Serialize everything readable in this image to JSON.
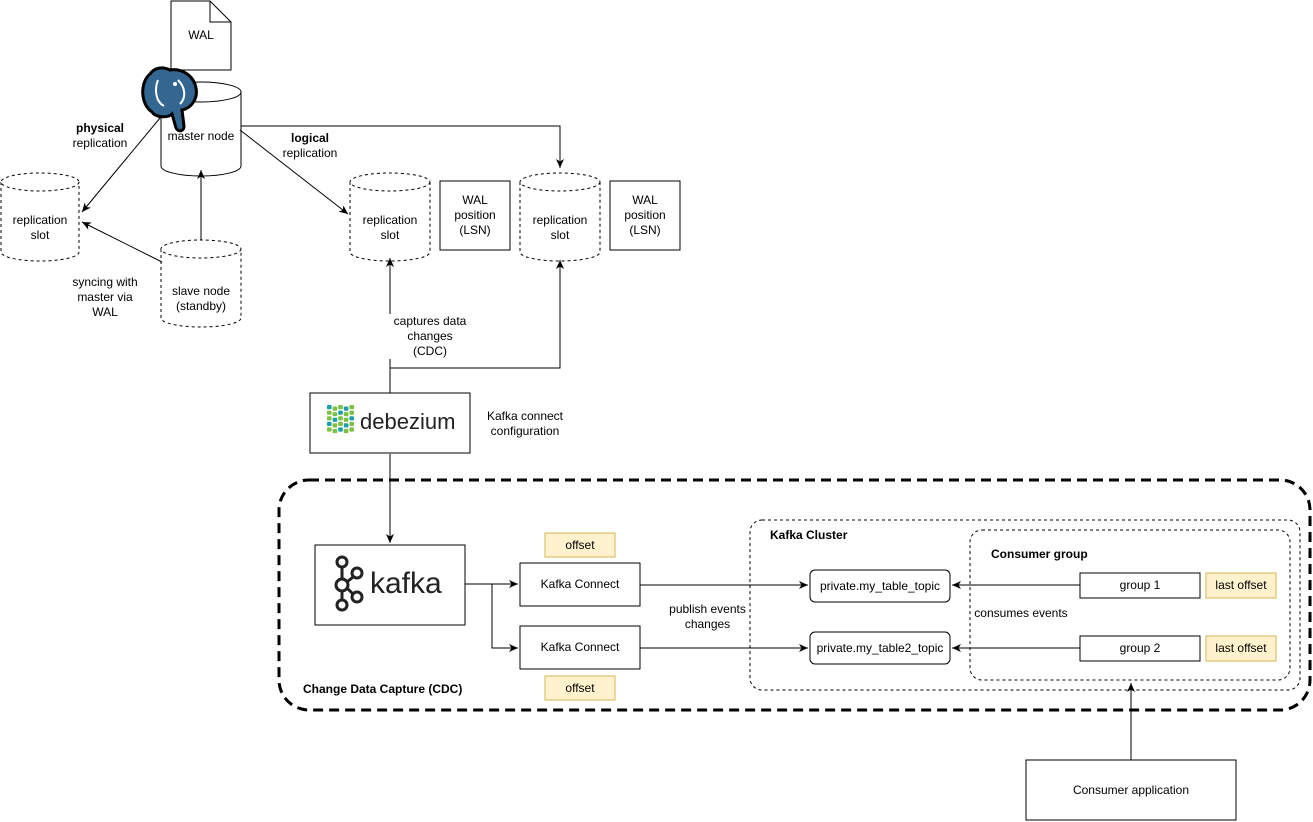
{
  "wal_doc": "WAL",
  "nodes": {
    "master": "master node",
    "slave": "slave node\n(standby)",
    "slot_physical": "replication\nslot",
    "slot_logical_1": "replication\nslot",
    "slot_logical_2": "replication\nslot",
    "wal_pos_1": "WAL\nposition\n(LSN)",
    "wal_pos_2": "WAL\nposition\n(LSN)"
  },
  "edge_labels": {
    "physical_bold": "physical",
    "physical_rest": "replication",
    "logical_bold": "logical",
    "logical_rest": "replication",
    "syncing": "syncing with\nmaster via\nWAL",
    "captures": "captures data\nchanges\n(CDC)",
    "kafka_connect_config": "Kafka connect\nconfiguration",
    "publish": "publish events\nchanges",
    "consumes": "consumes events"
  },
  "debezium": {
    "name": "debezium",
    "logo_color": "#7cc143",
    "logo_color_2": "#1aa0a8"
  },
  "kafka": {
    "name": "kafka"
  },
  "cdc": {
    "title": "Change Data Capture (CDC)",
    "connect_1": "Kafka Connect",
    "connect_2": "Kafka Connect",
    "offset_1": "offset",
    "offset_2": "offset"
  },
  "cluster": {
    "title": "Kafka Cluster",
    "topic_1": "private.my_table_topic",
    "topic_2": "private.my_table2_topic",
    "consumer_group_title": "Consumer group",
    "group_1": "group 1",
    "group_2": "group 2",
    "last_offset_1": "last offset",
    "last_offset_2": "last offset"
  },
  "consumer_app": "Consumer application",
  "colors": {
    "offset_fill": "#fff2cc",
    "offset_stroke": "#d6b656",
    "postgres_blue": "#336791",
    "stroke": "#000000"
  }
}
